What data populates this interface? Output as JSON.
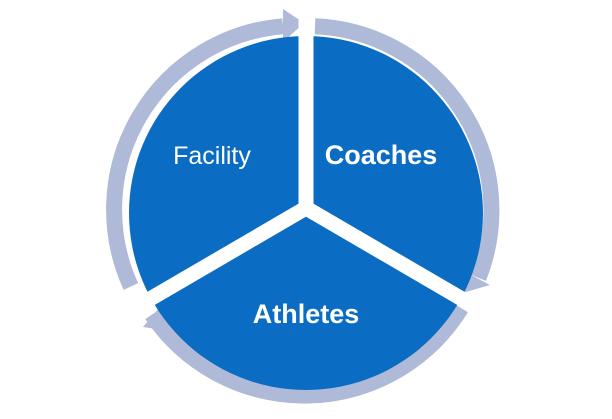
{
  "diagram": {
    "segments": [
      {
        "label": "Facility"
      },
      {
        "label": "Coaches"
      },
      {
        "label": "Athletes"
      }
    ],
    "colors": {
      "segment_fill": "#0a6cc2",
      "ring": "#aebad8",
      "separator": "#ffffff",
      "label_text": "#ffffff"
    }
  }
}
